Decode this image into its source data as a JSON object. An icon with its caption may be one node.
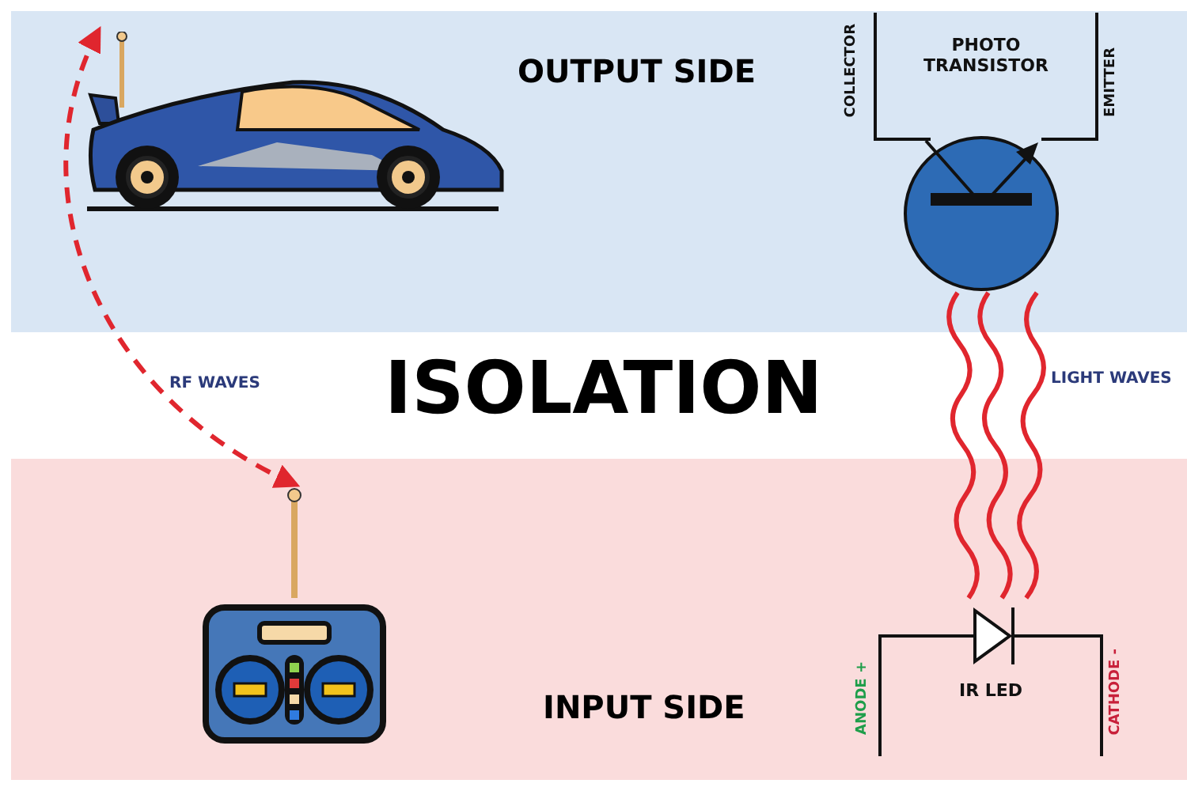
{
  "diagram": {
    "nodes": [
      {
        "text": [
          "OUTPUT SIDE"
        ]
      },
      {
        "text": [],
        "shape": "picture",
        "in": 0
      },
      {
        "text": [
          "PHOTO TRANSISTOR"
        ],
        "in": 0,
        "beside": [
          "COLLECTOR",
          "EMITTER"
        ]
      },
      {
        "text": [
          "INPUT SIDE"
        ]
      },
      {
        "text": [],
        "shape": "picture",
        "in": 3
      },
      {
        "text": [
          "IR LED"
        ],
        "in": 3,
        "beside": [
          "ANODE +",
          "CATHODE -"
        ]
      }
    ],
    "edges": [
      {
        "from": 4,
        "to": 1,
        "arrow": "both",
        "style": "dashed",
        "label": "RF WAVES"
      },
      {
        "from": 5,
        "to": 2,
        "arrow": "none"
      },
      {
        "from": 5,
        "to": 2,
        "arrow": "none"
      },
      {
        "from": 5,
        "to": 2,
        "arrow": "none"
      }
    ],
    "labels": [
      "ISOLATION",
      "LIGHT WAVES"
    ]
  }
}
